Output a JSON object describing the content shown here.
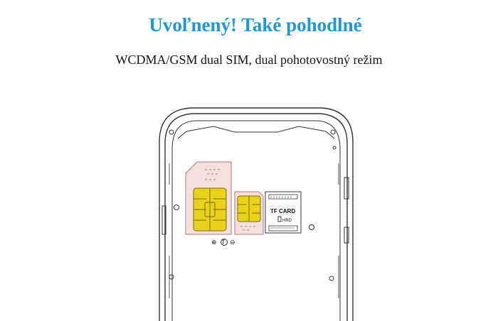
{
  "header": {
    "title": "Uvoľnený! Také pohodlné",
    "subtitle": "WCDMA/GSM dual SIM, dual pohotovostný režim"
  },
  "illustration": {
    "tf_card_label": "TF CARD",
    "hrd_label": "HRD",
    "symbols": {
      "plus": "⊕",
      "t": "T",
      "minus": "⊖"
    }
  },
  "colors": {
    "headline": "#1c9ad6",
    "sim_chip": "#e8d21a",
    "sim_card": "#f5dede"
  }
}
